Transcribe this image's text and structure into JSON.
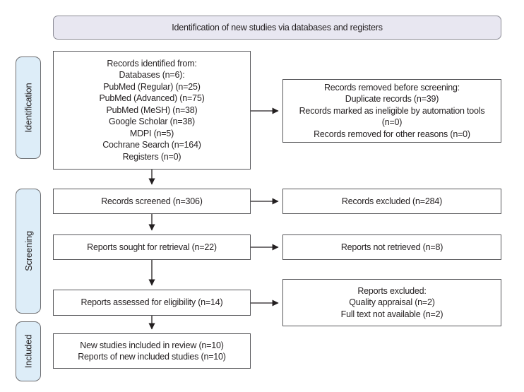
{
  "header": {
    "title": "Identification of new studies via databases and registers"
  },
  "sidebar": {
    "stages": [
      {
        "label": "Identification"
      },
      {
        "label": "Screening"
      },
      {
        "label": "Included"
      }
    ]
  },
  "flow": {
    "records_identified": "Records identified from:\nDatabases (n=6):\nPubMed (Regular) (n=25)\nPubMed (Advanced) (n=75)\nPubMed (MeSH) (n=38)\nGoogle Scholar (n=38)\nMDPI (n=5)\nCochrane Search (n=164)\nRegisters (n=0)",
    "records_removed": "Records removed before screening:\nDuplicate records (n=39)\nRecords marked as ineligible by automation tools (n=0)\nRecords removed for other reasons (n=0)",
    "records_screened": "Records screened (n=306)",
    "records_excluded": "Records excluded (n=284)",
    "reports_sought": "Reports sought for retrieval (n=22)",
    "reports_not_retrieved": "Reports not retrieved (n=8)",
    "reports_assessed": "Reports assessed for eligibility (n=14)",
    "reports_excluded": "Reports excluded:\nQuality appraisal (n=2)\nFull text not available (n=2)",
    "studies_included": "New studies included in review (n=10)\nReports of new included studies (n=10)"
  },
  "colors": {
    "header_fill": "#e8e7f1",
    "stage_fill": "#ddedf8",
    "box_border": "#565659",
    "text": "#231f20",
    "arrow": "#231f20"
  }
}
